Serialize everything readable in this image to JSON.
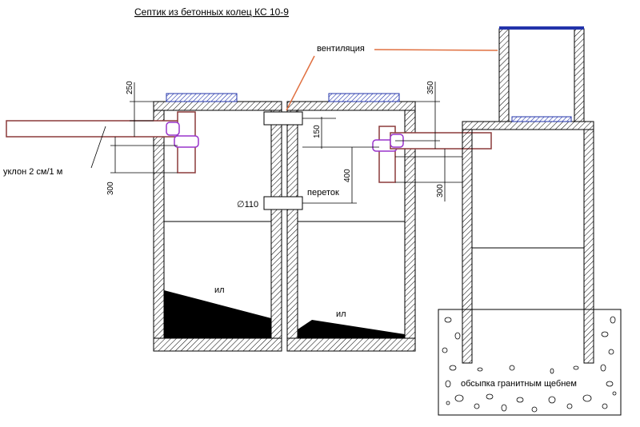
{
  "title": "Септик из бетонных колец КС 10-9",
  "labels": {
    "ventilation": "вентиляция",
    "slope": "уклон 2 см/1 м",
    "overflow": "переток",
    "pipe_diameter": "∅110",
    "sludge_1": "ил",
    "sludge_2": "ил",
    "gravel": "обсыпка гранитным щебнем"
  },
  "dimensions": {
    "d_250": "250",
    "d_300_left": "300",
    "d_150": "150",
    "d_400": "400",
    "d_350": "350",
    "d_300_right": "300"
  },
  "colors": {
    "ring_wall": "#000000",
    "pipe": "#8b3a3a",
    "pipe_fill": "#ffffff",
    "tee": "#9933cc",
    "hatch_fill": "#ffffff",
    "lid": "#2233aa",
    "sludge": "#000000",
    "leader": "#e07040"
  }
}
